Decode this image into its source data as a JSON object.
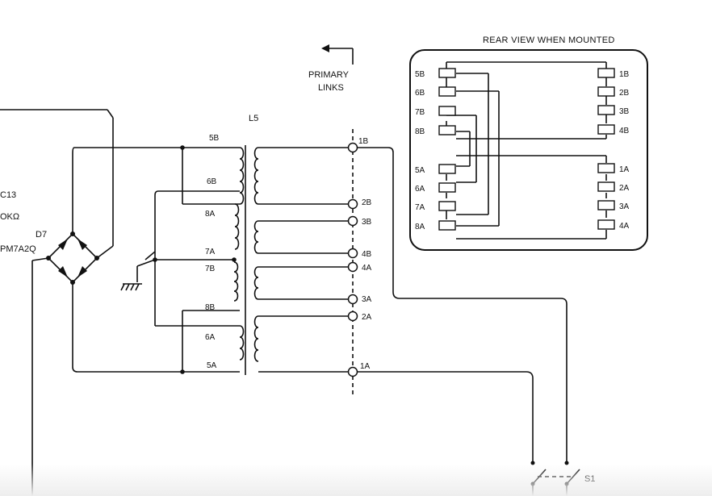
{
  "colors": {
    "ink": "#111111",
    "paper": "#ffffff",
    "bottom_fade": "#eeeeee"
  },
  "left_labels": {
    "c13": "C13",
    "res": "OKΩ",
    "d7": "D7",
    "part": "PM7A2Q"
  },
  "transformer": {
    "name": "L5",
    "left_taps": [
      "5B",
      "6B",
      "8A",
      "7A",
      "7B",
      "8B",
      "6A",
      "5A"
    ]
  },
  "primary_links": {
    "line1": "PRIMARY",
    "line2": "LINKS"
  },
  "terminals": [
    "1B",
    "2B",
    "3B",
    "4B",
    "4A",
    "3A",
    "2A",
    "1A"
  ],
  "rear_view": {
    "title": "REAR VIEW WHEN MOUNTED",
    "left_terminals": [
      "5B",
      "6B",
      "7B",
      "8B",
      "5A",
      "6A",
      "7A",
      "8A"
    ],
    "right_terminals": [
      "1B",
      "2B",
      "3B",
      "4B",
      "1A",
      "2A",
      "3A",
      "4A"
    ]
  },
  "switch": {
    "label": "S1"
  }
}
